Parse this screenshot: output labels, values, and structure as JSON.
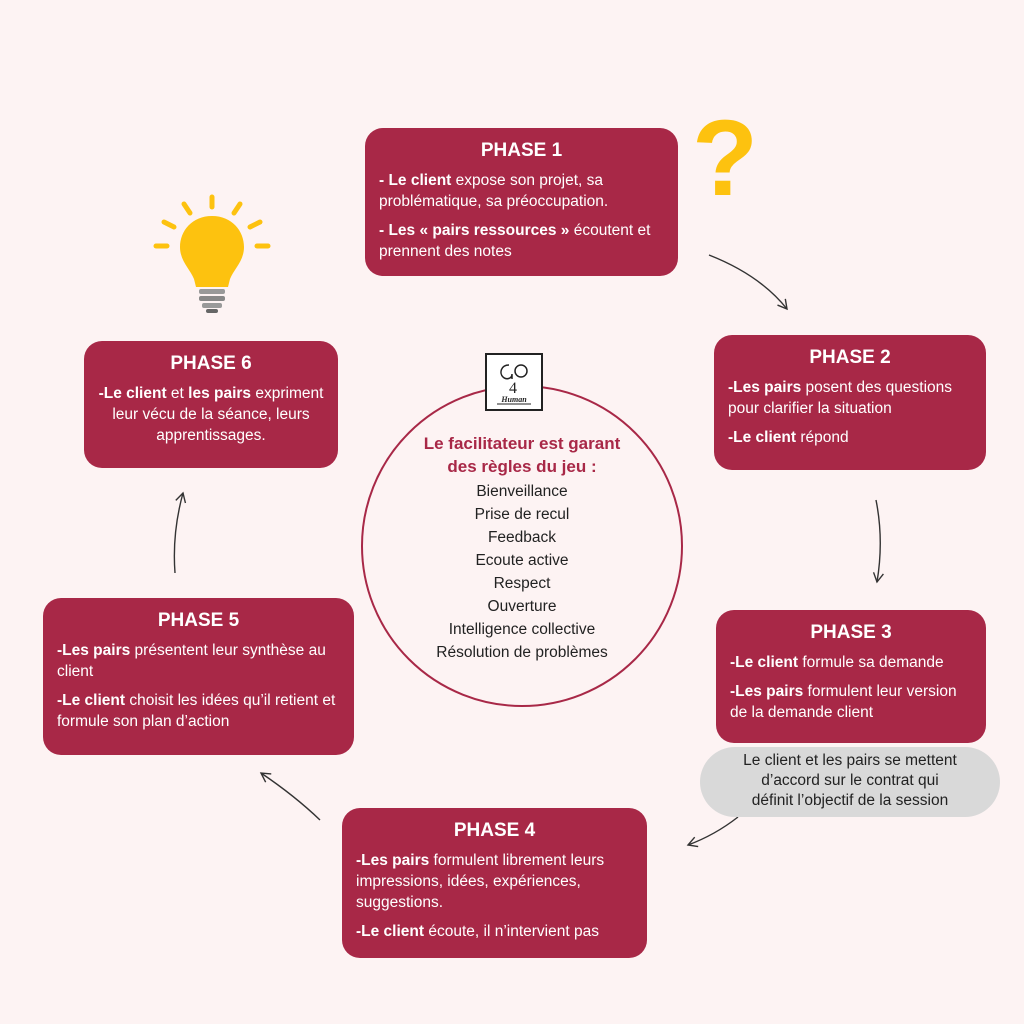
{
  "phases": [
    {
      "title": "PHASE 1",
      "lines": [
        {
          "bold": "- Le client",
          "text": " expose son projet, sa problématique, sa préoccupation."
        },
        {
          "bold": "- Les « pairs ressources »",
          "text": " écoutent et prennent des notes"
        }
      ]
    },
    {
      "title": "PHASE 2",
      "lines": [
        {
          "bold": "-Les pairs",
          "text": " posent des questions pour clarifier la situation"
        },
        {
          "bold": "-Le client",
          "text": " répond"
        }
      ]
    },
    {
      "title": "PHASE 3",
      "lines": [
        {
          "bold": "-Le client",
          "text": " formule sa demande"
        },
        {
          "bold": "-Les pairs",
          "text": " formulent leur version de la demande client"
        }
      ]
    },
    {
      "title": "PHASE 4",
      "lines": [
        {
          "bold": "-Les pairs",
          "text": " formulent librement leurs impressions, idées, expériences, suggestions."
        },
        {
          "bold": "-Le client",
          "text": " écoute, il n’intervient pas"
        }
      ]
    },
    {
      "title": "PHASE 5",
      "lines": [
        {
          "bold": "-Les pairs",
          "text": " présentent leur synthèse au client"
        },
        {
          "bold": "-Le client",
          "text": " choisit les idées qu’il retient et formule son plan d’action"
        }
      ]
    },
    {
      "title": "PHASE 6",
      "lines": [
        {
          "bold": "-Le client",
          "text": " et ",
          "bold2": "les pairs",
          "text2": " expriment leur vécu de la séance, leurs apprentissages."
        }
      ]
    }
  ],
  "center": {
    "title_line1": "Le facilitateur est garant",
    "title_line2": "des règles du jeu :",
    "rules": [
      "Bienveillance",
      "Prise de recul",
      "Feedback",
      "Ecoute active",
      "Respect",
      "Ouverture",
      "Intelligence collective",
      "Résolution de problèmes"
    ]
  },
  "note": {
    "line1": "Le client et les pairs se mettent",
    "line2": "d’accord sur le contrat qui",
    "line3": "définit l’objectif de la session"
  },
  "logo": {
    "text": "Human",
    "mark": "4"
  },
  "question_mark": "?",
  "colors": {
    "phase_bg": "#a82847",
    "background": "#fdf3f3",
    "note_bg": "#d9d9d9",
    "bulb": "#fdc20f"
  },
  "icons": {
    "bulb": "lightbulb-icon",
    "question": "question-mark-icon",
    "logo": "go4human-logo"
  }
}
